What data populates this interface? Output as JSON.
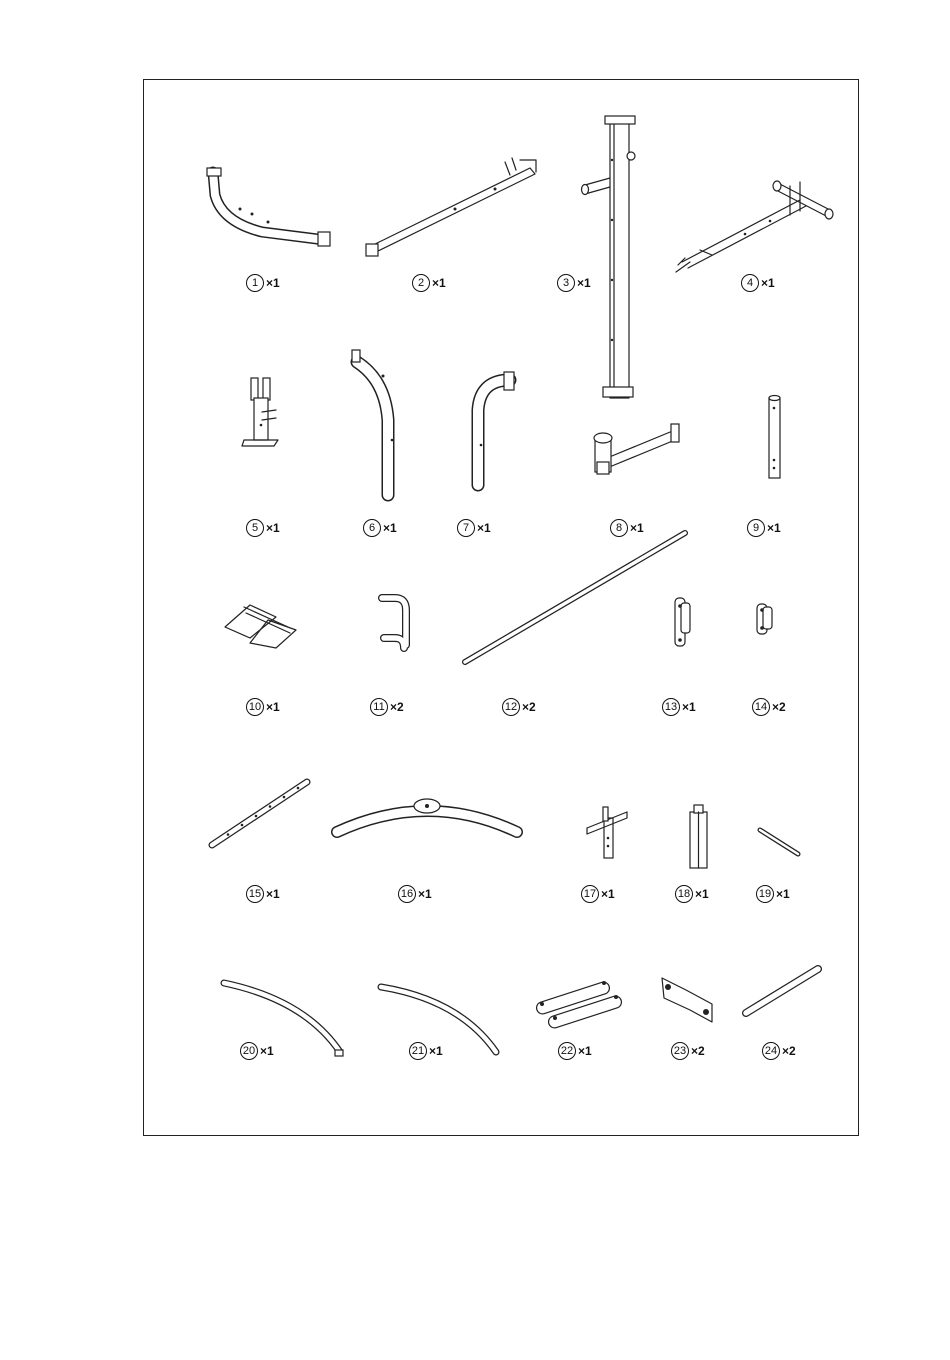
{
  "parts": [
    {
      "id": "1",
      "qty": "×1"
    },
    {
      "id": "2",
      "qty": "×1"
    },
    {
      "id": "3",
      "qty": "×1"
    },
    {
      "id": "4",
      "qty": "×1"
    },
    {
      "id": "5",
      "qty": "×1"
    },
    {
      "id": "6",
      "qty": "×1"
    },
    {
      "id": "7",
      "qty": "×1"
    },
    {
      "id": "8",
      "qty": "×1"
    },
    {
      "id": "9",
      "qty": "×1"
    },
    {
      "id": "10",
      "qty": "×1"
    },
    {
      "id": "11",
      "qty": "×2"
    },
    {
      "id": "12",
      "qty": "×2"
    },
    {
      "id": "13",
      "qty": "×1"
    },
    {
      "id": "14",
      "qty": "×2"
    },
    {
      "id": "15",
      "qty": "×1"
    },
    {
      "id": "16",
      "qty": "×1"
    },
    {
      "id": "17",
      "qty": "×1"
    },
    {
      "id": "18",
      "qty": "×1"
    },
    {
      "id": "19",
      "qty": "×1"
    },
    {
      "id": "20",
      "qty": "×1"
    },
    {
      "id": "21",
      "qty": "×1"
    },
    {
      "id": "22",
      "qty": "×1"
    },
    {
      "id": "23",
      "qty": "×2"
    },
    {
      "id": "24",
      "qty": "×2"
    }
  ]
}
